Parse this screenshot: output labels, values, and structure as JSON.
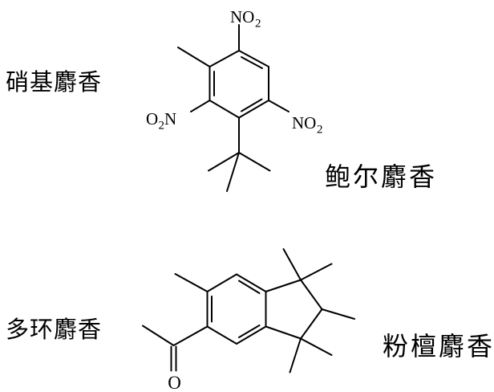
{
  "colors": {
    "background": "#ffffff",
    "ink": "#000000"
  },
  "labels": {
    "top_left": "硝基麝香",
    "top_right": "鲍尔麝香",
    "bottom_left": "多环麝香",
    "bottom_right": "粉檀麝香"
  },
  "top_molecule": {
    "nitro_top_main": "NO",
    "nitro_top_sub": "2",
    "nitro_left_o": "O",
    "nitro_left_sub": "2",
    "nitro_left_n": "N",
    "nitro_right_main": "NO",
    "nitro_right_sub": "2"
  },
  "bottom_molecule": {
    "carbonyl_oxygen": "O"
  }
}
